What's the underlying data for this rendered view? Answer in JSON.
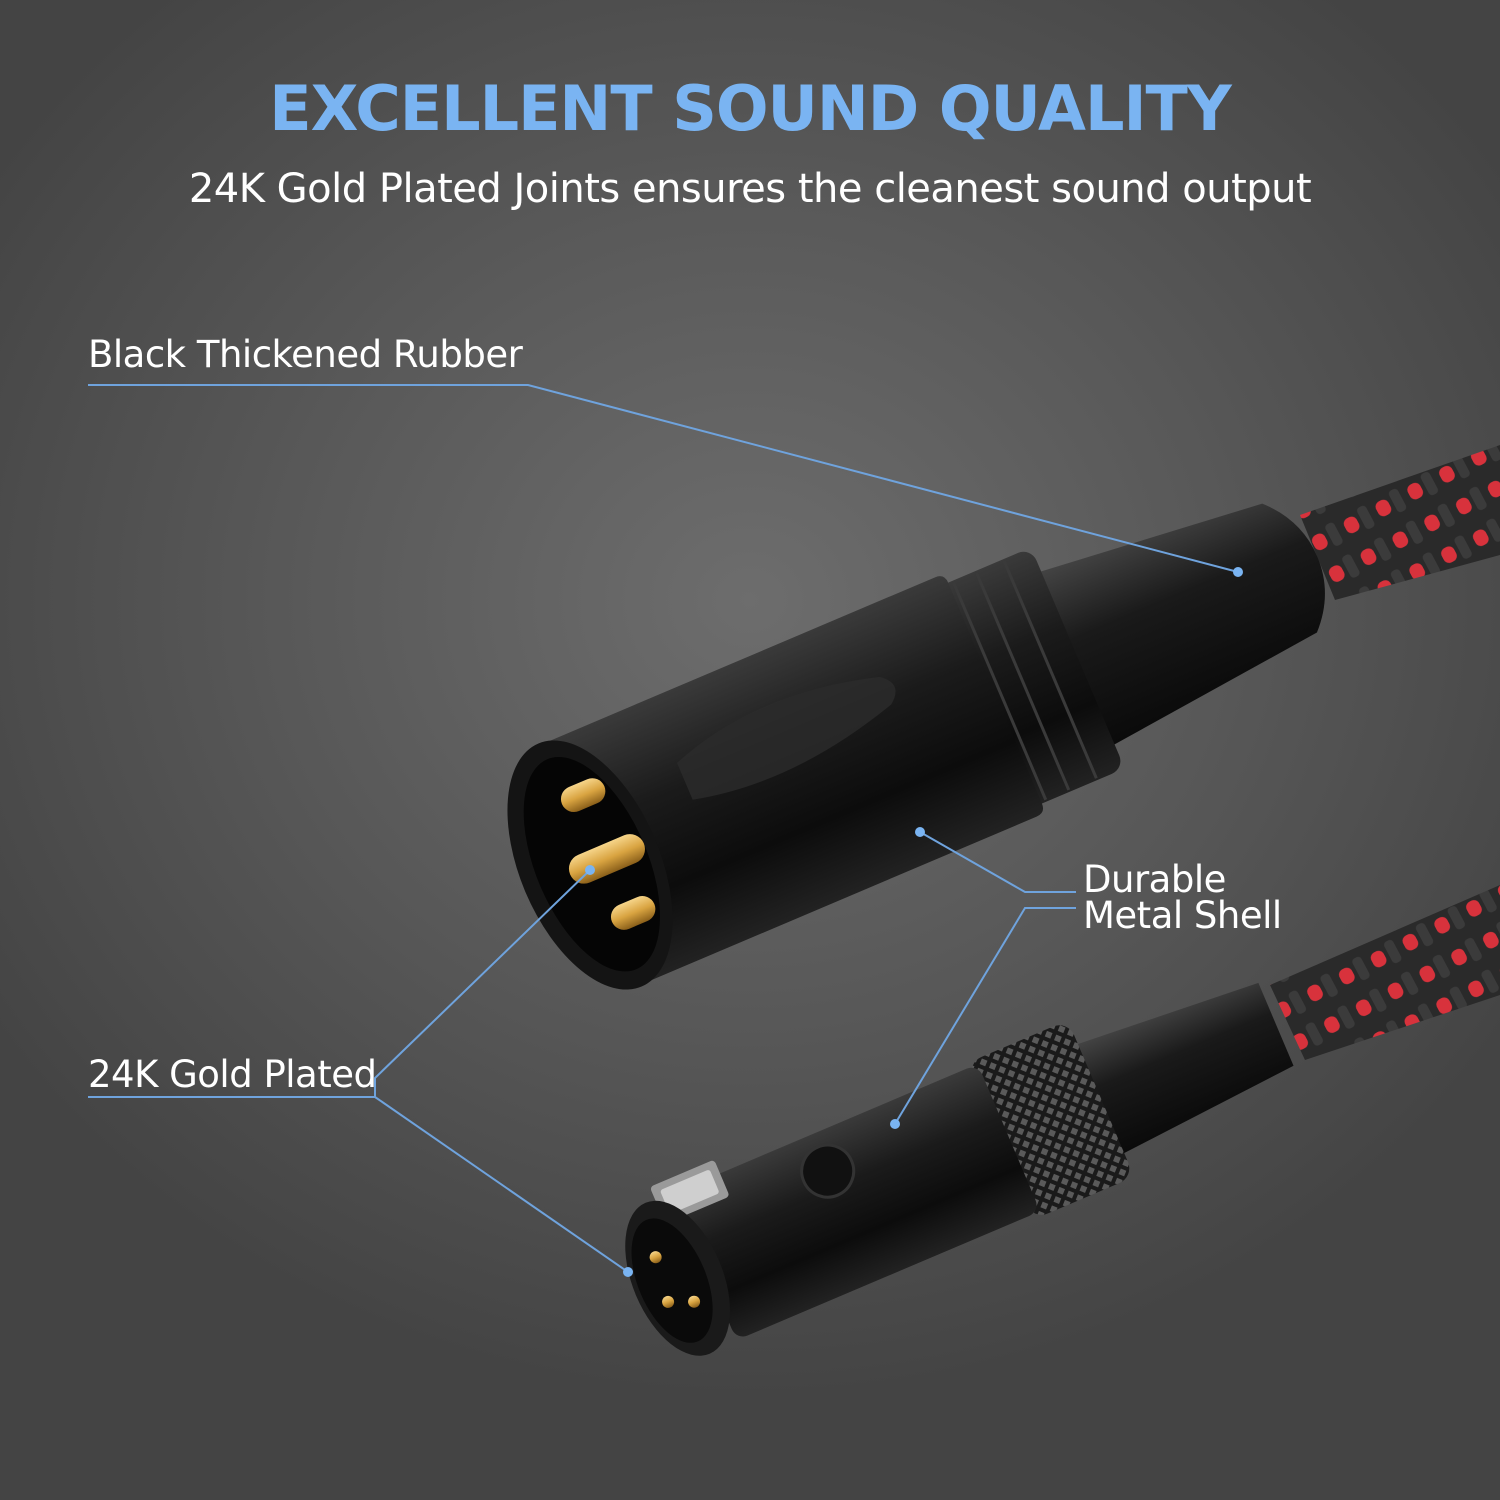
{
  "header": {
    "title": "EXCELLENT SOUND QUALITY",
    "subtitle": "24K Gold Plated Joints ensures the cleanest sound output"
  },
  "callouts": {
    "rubber": "Black Thickened Rubber",
    "gold": "24K Gold Plated",
    "shell_line1": "Durable",
    "shell_line2": "Metal Shell"
  },
  "colors": {
    "accent_blue": "#7ab4f2",
    "leader_line": "#6fa3dd",
    "cable_red": "#d8323c",
    "gold": "#d9a441"
  },
  "icons": [
    "xlr-male-connector-icon",
    "mini-xlr-female-connector-icon",
    "braided-cable-icon"
  ]
}
